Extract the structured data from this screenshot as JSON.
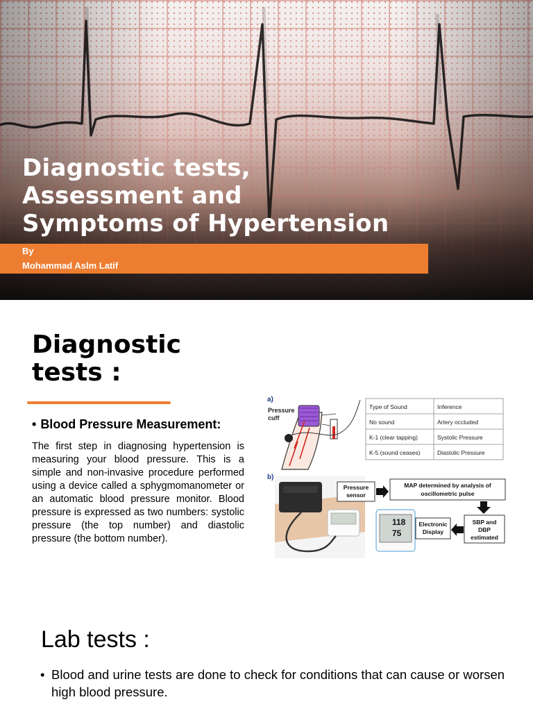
{
  "slide1": {
    "title_lines": [
      "Diagnostic tests,",
      "Assessment and",
      "Symptoms of Hypertension"
    ],
    "by_label": "By",
    "author": "Mohammad Aslm Latif",
    "accent_color": "#ed7d31"
  },
  "slide2": {
    "title_lines": [
      "Diagnostic",
      "tests :"
    ],
    "bp": {
      "bullet": "•",
      "heading": "Blood Pressure Measurement:",
      "paragraph": "The first step in diagnosing hypertension is measuring your blood pressure. This is a simple and non-invasive procedure performed using a device called a sphygmomanometer or an automatic blood pressure monitor. Blood pressure is expressed as two numbers: systolic pressure (the top number) and diastolic pressure (the bottom number)."
    },
    "figure": {
      "panel_a_label": "a)",
      "cuff_label_lines": [
        "Pressure",
        "cuff"
      ],
      "table": {
        "headers": [
          "Type of Sound",
          "Inference"
        ],
        "rows": [
          [
            "No sound",
            "Artery occluded"
          ],
          [
            "K-1 (clear tapping)",
            "Systolic Pressure"
          ],
          [
            "K-5 (sound ceases)",
            "Diastolic Pressure"
          ]
        ]
      },
      "panel_b_label": "b)",
      "sensor_lines": [
        "Pressure",
        "sensor"
      ],
      "map_lines": [
        "MAP determined by analysis of",
        "oscillometric pulse"
      ],
      "sbp_lines": [
        "SBP and",
        "DBP",
        "estimated"
      ],
      "display_lines": [
        "Electronic",
        "Display"
      ],
      "readings": [
        "118",
        "75"
      ]
    },
    "lab": {
      "title": "Lab tests :",
      "bullet": "•",
      "text": "Blood and urine tests are done to check for conditions that can cause or worsen high blood pressure."
    }
  }
}
